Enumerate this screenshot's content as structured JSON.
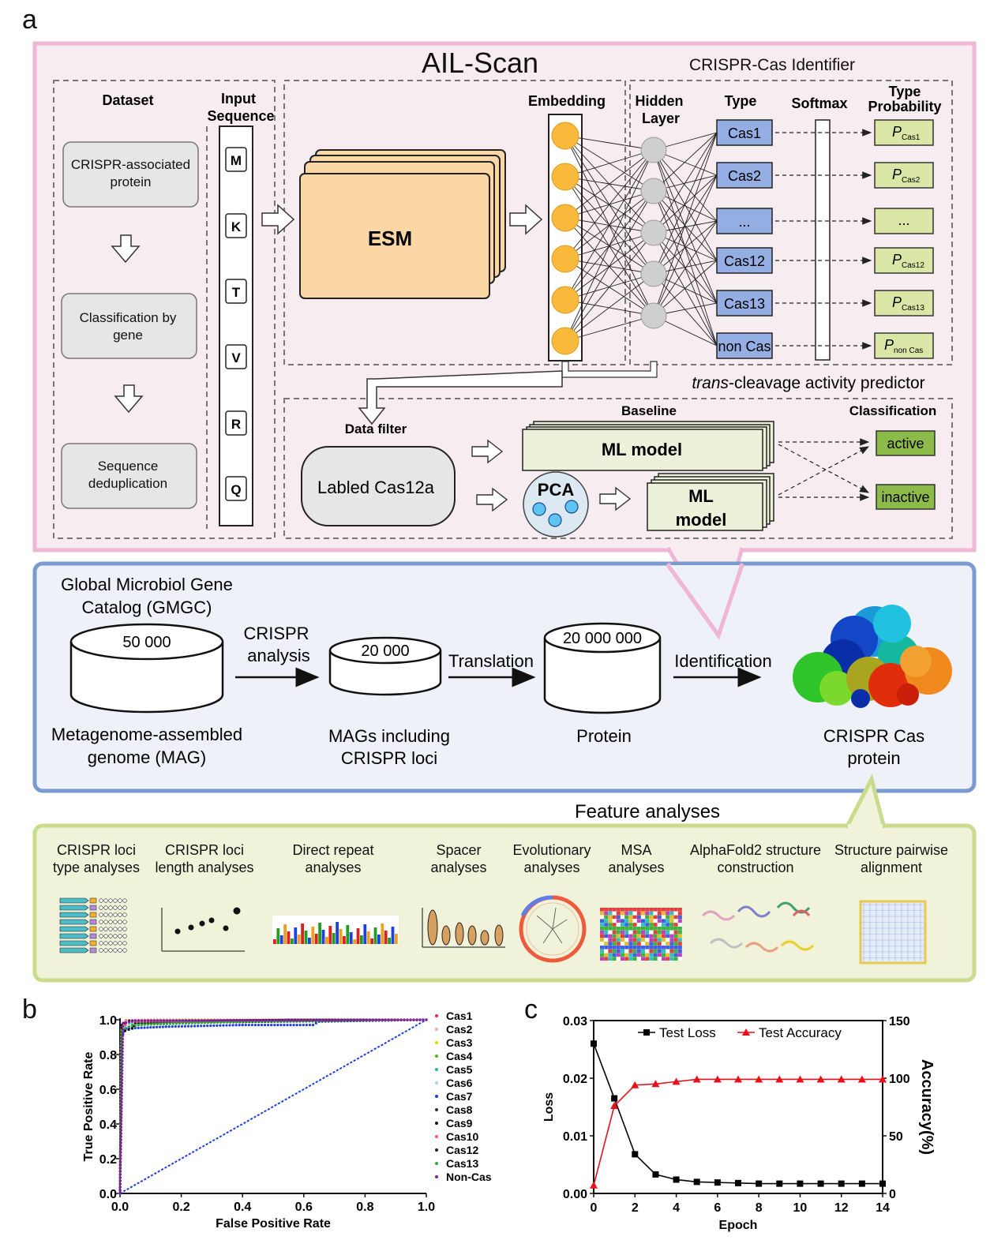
{
  "panel_labels": {
    "a": "a",
    "b": "b",
    "c": "c"
  },
  "ail": {
    "title": "AIL-Scan",
    "identifier_title": "CRISPR-Cas Identifier",
    "dataset": {
      "title": "Dataset",
      "steps": [
        "CRISPR-associated protein",
        "Classification by gene",
        "Sequence deduplication"
      ]
    },
    "input_sequence": {
      "title": "Input Sequence",
      "letters": [
        "M",
        "K",
        "T",
        "V",
        "R",
        "Q"
      ]
    },
    "esm_label": "ESM",
    "embedding_label": "Embedding",
    "hidden_layer_label": "Hidden Layer",
    "type_label": "Type",
    "softmax_label": "Softmax",
    "type_probability_label": "Type Probability",
    "types": [
      "Cas1",
      "Cas2",
      "...",
      "Cas12",
      "Cas13",
      "non Cas"
    ],
    "probabilities": [
      {
        "symbol": "P",
        "sub": "Cas1"
      },
      {
        "symbol": "P",
        "sub": "Cas2"
      },
      {
        "symbol": "...",
        "sub": ""
      },
      {
        "symbol": "P",
        "sub": "Cas12"
      },
      {
        "symbol": "P",
        "sub": "Cas13"
      },
      {
        "symbol": "P",
        "sub": "non Cas"
      }
    ],
    "predictor_title_italic": "trans",
    "predictor_title_rest": "-cleavage activity predictor",
    "baseline_label": "Baseline",
    "classification_label": "Classification",
    "data_filter_label": "Data filter",
    "labeled_label": "Labled Cas12a",
    "ml_model_1": "ML model",
    "ml_model_2": "ML model",
    "pca_label": "PCA",
    "classes": [
      "active",
      "inactive"
    ]
  },
  "gmgc": {
    "catalog_label": "Global Microbiol Gene Catalog (GMGC)",
    "db1_value": "50 000",
    "db1_label": "Metagenome-assembled genome (MAG)",
    "arrow1_label": "CRISPR analysis",
    "db2_value": "20 000",
    "db2_label": "MAGs including CRISPR loci",
    "arrow2_label": "Translation",
    "db3_value": "20 000 000",
    "db3_label": "Protein",
    "arrow3_label": "Identification",
    "protein_label": "CRISPR Cas protein"
  },
  "features": {
    "title": "Feature analyses",
    "items": [
      "CRISPR loci type analyses",
      "CRISPR loci length analyses",
      "Direct repeat analyses",
      "Spacer analyses",
      "Evolutionary analyses",
      "MSA analyses",
      "AlphaFold2 structure construction",
      "Structure pairwise alignment"
    ]
  },
  "chart_data": [
    {
      "type": "line",
      "panel": "b",
      "xlabel": "False Positive Rate",
      "ylabel": "True Positive Rate",
      "xlim": [
        0.0,
        1.0
      ],
      "ylim": [
        0.0,
        1.0
      ],
      "xticks": [
        "0.0",
        "0.2",
        "0.4",
        "0.6",
        "0.8",
        "1.0"
      ],
      "yticks": [
        "0.0",
        "0.2",
        "0.4",
        "0.6",
        "0.8",
        "1.0"
      ],
      "legend_position": "right",
      "series": [
        {
          "name": "Cas1",
          "color": "#e8303a",
          "points": [
            [
              0,
              0
            ],
            [
              0.005,
              0.97
            ],
            [
              0.02,
              0.995
            ],
            [
              0.1,
              1.0
            ],
            [
              1,
              1
            ]
          ]
        },
        {
          "name": "Cas2",
          "color": "#f0b0a0",
          "points": [
            [
              0,
              0
            ],
            [
              0.005,
              0.96
            ],
            [
              0.02,
              0.99
            ],
            [
              0.1,
              1.0
            ],
            [
              1,
              1
            ]
          ]
        },
        {
          "name": "Cas3",
          "color": "#e6d000",
          "points": [
            [
              0,
              0
            ],
            [
              0.005,
              0.95
            ],
            [
              0.03,
              0.985
            ],
            [
              0.2,
              0.995
            ],
            [
              1,
              1
            ]
          ]
        },
        {
          "name": "Cas4",
          "color": "#4cbb17",
          "points": [
            [
              0,
              0
            ],
            [
              0.005,
              0.92
            ],
            [
              0.03,
              0.96
            ],
            [
              0.1,
              0.98
            ],
            [
              0.3,
              0.99
            ],
            [
              1,
              1
            ]
          ]
        },
        {
          "name": "Cas5",
          "color": "#2ab58a",
          "points": [
            [
              0,
              0
            ],
            [
              0.005,
              0.95
            ],
            [
              0.03,
              0.98
            ],
            [
              0.2,
              0.99
            ],
            [
              1,
              1
            ]
          ]
        },
        {
          "name": "Cas6",
          "color": "#9ad6e6",
          "points": [
            [
              0,
              0
            ],
            [
              0.005,
              0.95
            ],
            [
              0.03,
              0.985
            ],
            [
              1,
              1
            ]
          ]
        },
        {
          "name": "Cas7",
          "color": "#1f3fe0",
          "points": [
            [
              0,
              0
            ],
            [
              0.005,
              0.9
            ],
            [
              0.02,
              0.95
            ],
            [
              0.15,
              0.96
            ],
            [
              0.4,
              0.97
            ],
            [
              0.63,
              0.97
            ],
            [
              0.65,
              0.99
            ],
            [
              1,
              1
            ]
          ]
        },
        {
          "name": "Cas8",
          "color": "#333333",
          "points": [
            [
              0,
              0
            ],
            [
              0.005,
              0.96
            ],
            [
              0.03,
              0.99
            ],
            [
              0.3,
              0.995
            ],
            [
              0.55,
              1.0
            ],
            [
              1,
              1
            ]
          ]
        },
        {
          "name": "Cas9",
          "color": "#111111",
          "points": [
            [
              0,
              0
            ],
            [
              0.005,
              0.93
            ],
            [
              0.04,
              0.95
            ],
            [
              0.05,
              0.98
            ],
            [
              1,
              1
            ]
          ]
        },
        {
          "name": "Cas10",
          "color": "#ff4d8a",
          "points": [
            [
              0,
              0
            ],
            [
              0.003,
              0.85
            ],
            [
              0.006,
              0.95
            ],
            [
              0.03,
              0.99
            ],
            [
              1,
              1
            ]
          ]
        },
        {
          "name": "Cas12",
          "color": "#222222",
          "points": [
            [
              0,
              0
            ],
            [
              0.005,
              0.97
            ],
            [
              0.03,
              0.995
            ],
            [
              1,
              1
            ]
          ]
        },
        {
          "name": "Cas13",
          "color": "#3aa640",
          "points": [
            [
              0,
              0
            ],
            [
              0.005,
              0.94
            ],
            [
              0.04,
              0.97
            ],
            [
              0.4,
              0.99
            ],
            [
              1,
              1
            ]
          ]
        },
        {
          "name": "Non-Cas",
          "color": "#8a1aa8",
          "points": [
            [
              0,
              0
            ],
            [
              0.01,
              0.98
            ],
            [
              0.05,
              0.995
            ],
            [
              1,
              1
            ]
          ]
        }
      ],
      "diagonal": {
        "color": "#1f3fe0",
        "from": [
          0,
          0
        ],
        "to": [
          1,
          1
        ]
      }
    },
    {
      "type": "line",
      "panel": "c",
      "xlabel": "Epoch",
      "ylabel": "Loss",
      "y2label": "Accuracy(%)",
      "xlim": [
        0,
        14
      ],
      "ylim": [
        0.0,
        0.03
      ],
      "y2lim": [
        0,
        150
      ],
      "xticks": [
        "0",
        "2",
        "4",
        "6",
        "8",
        "10",
        "12",
        "14"
      ],
      "yticks": [
        "0.00",
        "0.01",
        "0.02",
        "0.03"
      ],
      "y2ticks": [
        "0",
        "50",
        "100",
        "150"
      ],
      "legend_position": "top",
      "x": [
        0,
        1,
        2,
        3,
        4,
        5,
        6,
        7,
        8,
        9,
        10,
        11,
        12,
        13,
        14
      ],
      "series": [
        {
          "name": "Test Loss",
          "axis": "left",
          "color": "#000000",
          "marker": "square",
          "values": [
            0.026,
            0.0165,
            0.0068,
            0.0033,
            0.0024,
            0.002,
            0.0019,
            0.0018,
            0.0017,
            0.0017,
            0.0017,
            0.0017,
            0.0017,
            0.0017,
            0.0017
          ]
        },
        {
          "name": "Test Accuracy",
          "axis": "right",
          "color": "#e8101a",
          "marker": "triangle",
          "values": [
            7,
            76,
            94,
            95,
            97,
            99,
            99,
            99,
            99,
            99,
            99,
            99,
            99,
            99,
            99
          ]
        }
      ]
    }
  ]
}
